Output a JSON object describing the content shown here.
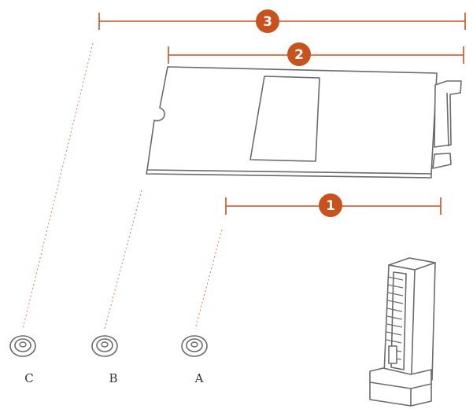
{
  "colors": {
    "accent": "#c8521e",
    "outline": "#6b6b6b",
    "guide": "#e0836a",
    "background": "#ffffff"
  },
  "dimensions": [
    {
      "label": "1"
    },
    {
      "label": "2"
    },
    {
      "label": "3"
    }
  ],
  "standoffs": [
    {
      "label": "A"
    },
    {
      "label": "B"
    },
    {
      "label": "C"
    }
  ]
}
